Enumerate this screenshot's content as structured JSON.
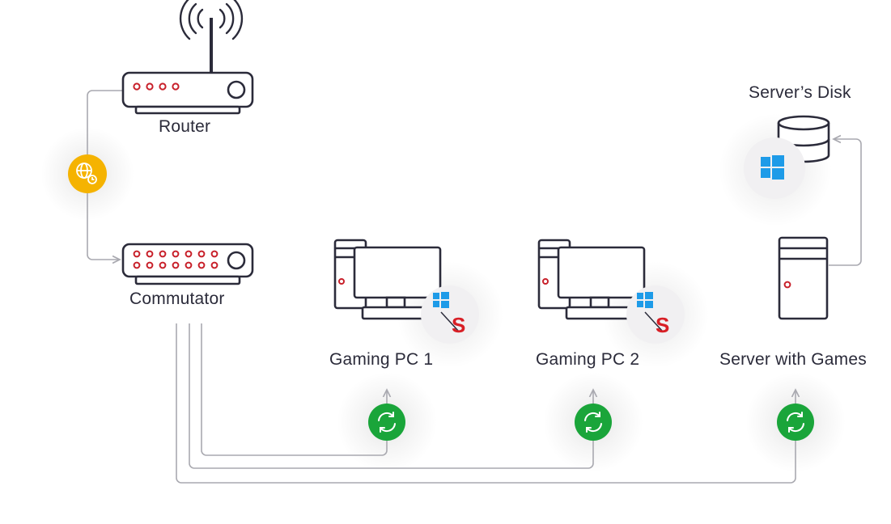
{
  "nodes": {
    "router": {
      "label": "Router"
    },
    "commutator": {
      "label": "Commutator"
    },
    "gaming_pc_1": {
      "label": "Gaming PC 1"
    },
    "gaming_pc_2": {
      "label": "Gaming PC 2"
    },
    "server": {
      "label": "Server with Games"
    },
    "server_disk": {
      "label": "Server’s Disk"
    }
  },
  "badges": {
    "internet": {
      "icon": "globe-clock-icon",
      "color": "#f5b301"
    },
    "sync": {
      "icon": "sync-icon",
      "color": "#1aa53a"
    },
    "os": {
      "icon": "windows-logo-icon",
      "color": "#1e9be8"
    },
    "brand": {
      "icon": "s-logo-icon",
      "color": "#d81f26"
    }
  },
  "colors": {
    "device_outline": "#2b2b3a",
    "device_led": "#c8202a",
    "connector_line": "#a9a9b0"
  }
}
